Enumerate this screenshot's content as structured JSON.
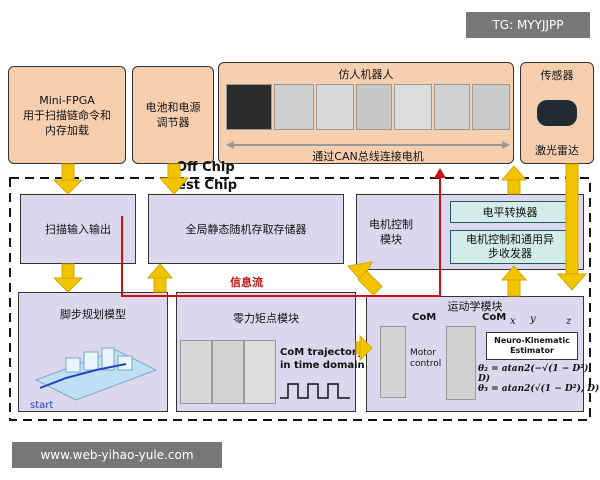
{
  "watermark_top": "TG: MYYJJPP",
  "watermark_bottom": "www.web-yihao-yule.com",
  "off_chip": {
    "label": "Off Chip",
    "fpga": "Mini-FPGA\n用于扫描链命令和\n内存加载",
    "battery": "电池和电源\n调节器",
    "robot_title": "仿人机器人",
    "can_bus": "通过CAN总线连接电机",
    "sensor_title": "传感器",
    "lidar": "激光雷达"
  },
  "test_chip": {
    "label": "Test Chip",
    "scan_io": "扫描输入输出",
    "sram": "全局静态随机存取存储器",
    "motor_ctrl": "电机控制\n模块",
    "level_shifter": "电平转换器",
    "uart": "电机控制和通用异\n步收发器",
    "info_flow": "信息流",
    "footstep": "脚步规划模型",
    "zmp": "零力矩点模块",
    "kinematics": "运动学模块",
    "start": "start",
    "com_trajectory": "CoM trajectory\nin time domain",
    "com1": "CoM",
    "com2": "CoM",
    "motor_control": "Motor\ncontrol",
    "neuro": "Neuro-Kinematic\nEstimator",
    "eq1": "θ₂ = atan2(−√(1 − D²), D)",
    "eq2": "θ₃ = atan2(√(1 − D²), D)",
    "axis_x": "x",
    "axis_y": "y",
    "axis_z": "z"
  },
  "colors": {
    "orange_box": "#f8cfae",
    "purple_box": "#ddd7ee",
    "teal_box": "#d2ece7",
    "arrow_yellow": "#f2c400",
    "flow_red": "#cc1111"
  }
}
